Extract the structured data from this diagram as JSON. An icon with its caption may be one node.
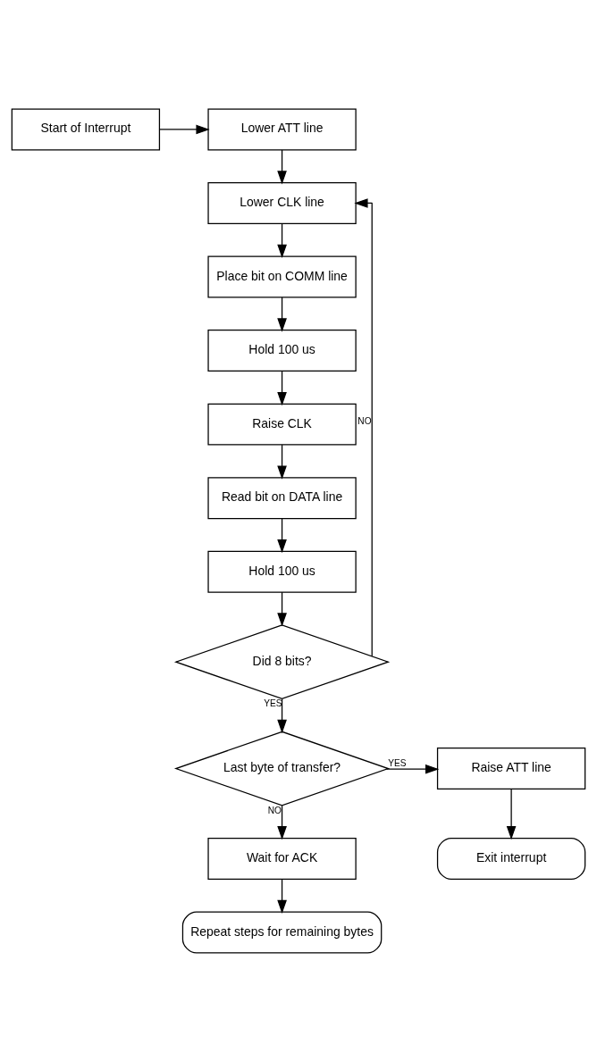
{
  "diagram": {
    "nodes": [
      {
        "text": [
          "Start of Interrupt"
        ]
      },
      {
        "text": [
          "Lower ATT line"
        ]
      },
      {
        "text": [
          "Lower CLK line"
        ]
      },
      {
        "text": [
          "Place bit on COMM line"
        ]
      },
      {
        "text": [
          "Hold 100 us"
        ]
      },
      {
        "text": [
          "Raise CLK"
        ]
      },
      {
        "text": [
          "Read bit on DATA line"
        ]
      },
      {
        "text": [
          "Hold 100 us"
        ]
      },
      {
        "text": [
          "Did 8 bits?"
        ]
      },
      {
        "text": [
          "Last byte of transfer?"
        ]
      },
      {
        "text": [
          "Raise ATT line"
        ]
      },
      {
        "text": [
          "Exit interrupt"
        ]
      },
      {
        "text": [
          "Wait for ACK"
        ]
      },
      {
        "text": [
          "Repeat steps for remaining bytes"
        ]
      }
    ],
    "edges": [
      {
        "from": 0,
        "to": 1,
        "arrow": "to"
      },
      {
        "from": 1,
        "to": 2,
        "arrow": "to"
      },
      {
        "from": 2,
        "to": 3,
        "arrow": "to"
      },
      {
        "from": 3,
        "to": 4,
        "arrow": "to"
      },
      {
        "from": 4,
        "to": 5,
        "arrow": "to"
      },
      {
        "from": 5,
        "to": 6,
        "arrow": "to"
      },
      {
        "from": 6,
        "to": 7,
        "arrow": "to"
      },
      {
        "from": 7,
        "to": 8,
        "arrow": "to"
      },
      {
        "from": 8,
        "to": 2,
        "arrow": "to",
        "label": "NO"
      },
      {
        "from": 8,
        "to": 9,
        "arrow": "to",
        "label": "YES"
      },
      {
        "from": 9,
        "to": 10,
        "arrow": "to",
        "label": "YES"
      },
      {
        "from": 10,
        "to": 11,
        "arrow": "to"
      },
      {
        "from": 9,
        "to": 12,
        "arrow": "to",
        "label": "NO"
      },
      {
        "from": 12,
        "to": 13,
        "arrow": "to"
      }
    ]
  }
}
